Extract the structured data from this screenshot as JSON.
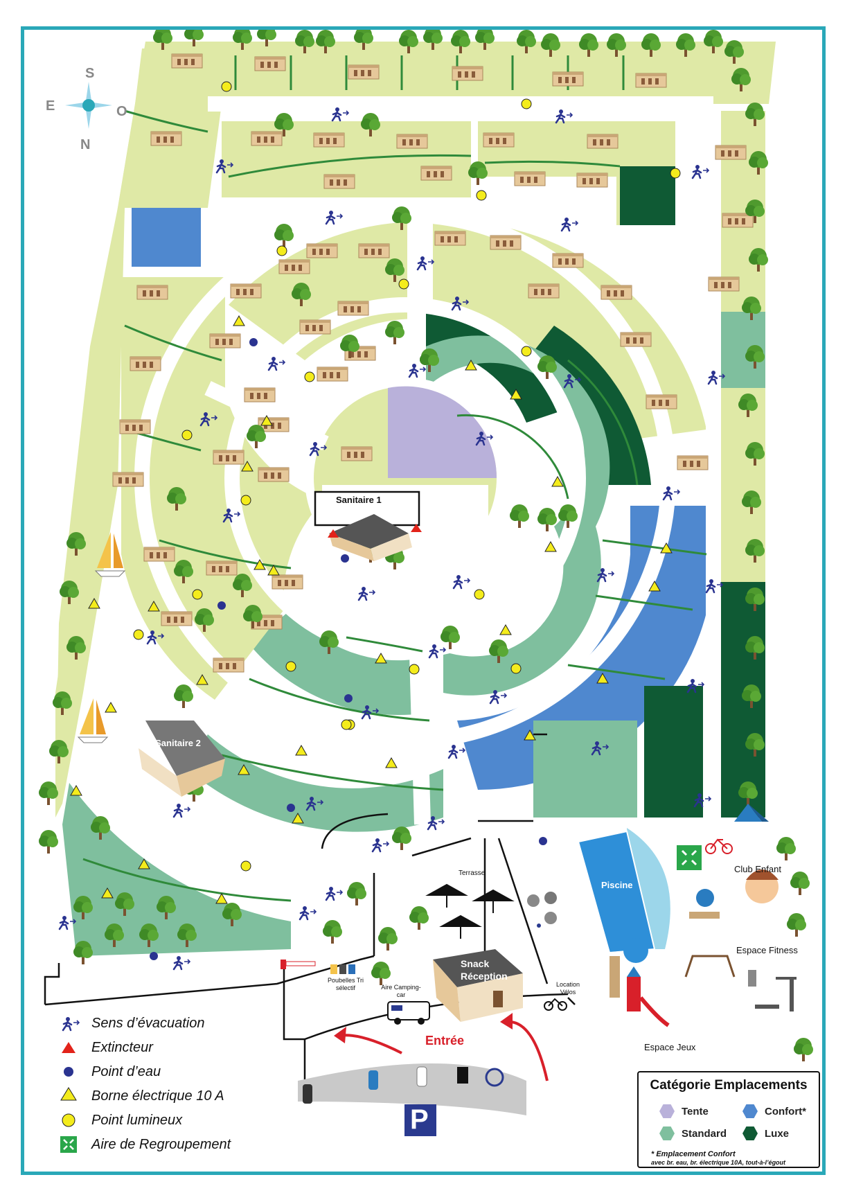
{
  "compass": {
    "north": "N",
    "south": "S",
    "east": "E",
    "west": "O"
  },
  "buildings": {
    "sanitaire_1": "Sanitaire 1",
    "sanitaire_2": "Sanitaire 2",
    "snack_reception": "Snack Réception",
    "piscine": "Piscine",
    "club_enfant": "Club Enfant",
    "espace_fitness": "Espace Fitness",
    "espace_jeux": "Espace Jeux",
    "terrasse": "Terrasse",
    "poubelles": "Poubelles Tri sélectif",
    "aire_camping_car": "Aire Camping-car",
    "location_velos": "Location Vélos",
    "entree": "Entrée",
    "parking": "P"
  },
  "legend": [
    {
      "icon": "evacuation-runner-icon",
      "label": "Sens d’évacuation"
    },
    {
      "icon": "extinguisher-triangle-icon",
      "label": "Extincteur"
    },
    {
      "icon": "water-point-icon",
      "label": "Point d’eau"
    },
    {
      "icon": "electric-terminal-triangle-icon",
      "label": "Borne électrique 10 A"
    },
    {
      "icon": "light-point-icon",
      "label": "Point lumineux"
    },
    {
      "icon": "assembly-point-icon",
      "label": "Aire de Regroupement"
    }
  ],
  "categories": {
    "title": "Catégorie Emplacements",
    "items": [
      {
        "label": "Tente",
        "color": "#b9b1da"
      },
      {
        "label": "Confort*",
        "color": "#4f88cf"
      },
      {
        "label": "Standard",
        "color": "#7fbf9e"
      },
      {
        "label": "Luxe",
        "color": "#0f5a34"
      }
    ],
    "note": "* Emplacement Confort",
    "note_detail": "avec br. eau, br. électrique 10A, tout-à-l’égout"
  },
  "colors": {
    "frame": "#2aa8b8",
    "grass": "#dfe9a6",
    "tente": "#b9b1da",
    "standard": "#7fbf9e",
    "confort": "#4f88cf",
    "luxe": "#0f5a34",
    "road": "#ffffff",
    "hedge": "#2f8a3a",
    "extinguisher": "#e2231a",
    "water": "#2a3390",
    "terminal": "#f4ec1c",
    "light": "#f4ec1c",
    "assembly": "#2aa64a",
    "evacuation": "#2a3390",
    "entry_arrow": "#d8202a",
    "parking": "#2a3a8f"
  }
}
